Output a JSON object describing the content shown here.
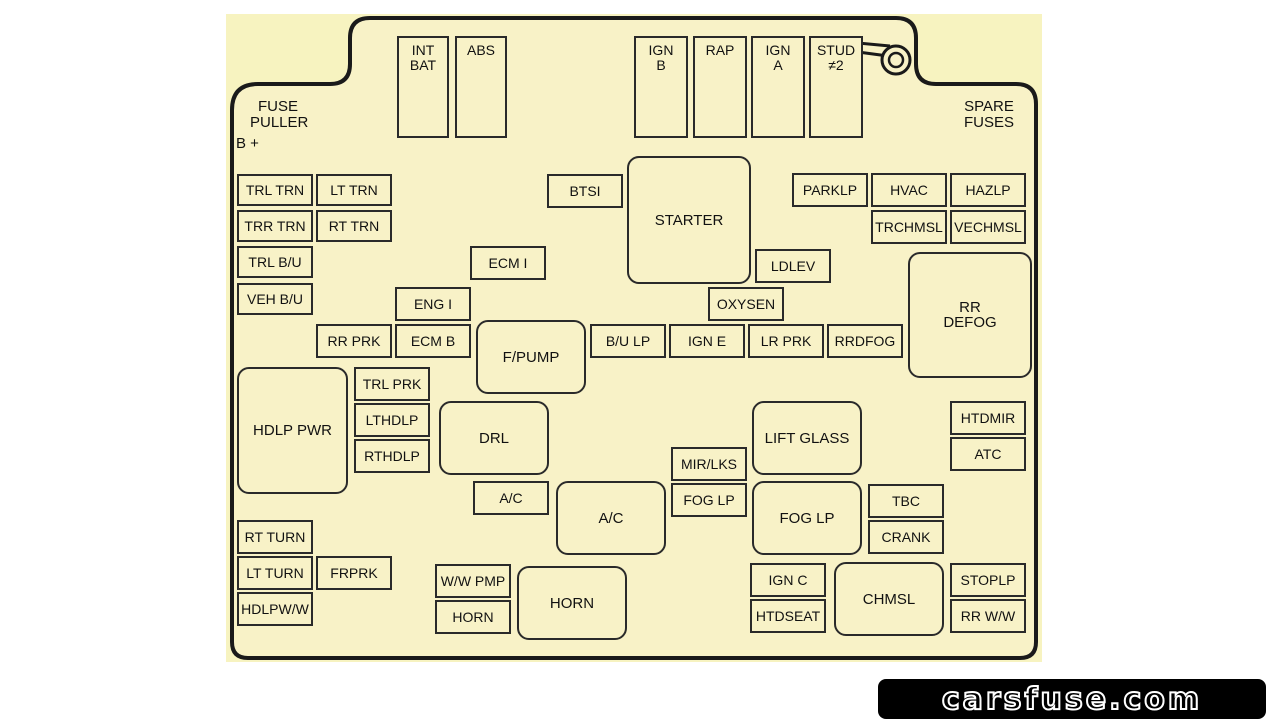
{
  "labels": {
    "fuse_puller": "FUSE\nPULLER",
    "b_plus": "B +",
    "spare_fuses": "SPARE\nFUSES"
  },
  "fuses": {
    "int_bat": "INT\nBAT",
    "abs": "ABS",
    "ign_b": "IGN\nB",
    "rap": "RAP",
    "ign_a": "IGN\nA",
    "stud2": "STUD\n≠2",
    "trl_trn": "TRL TRN",
    "lt_trn": "LT TRN",
    "trr_trn": "TRR TRN",
    "rt_trn": "RT TRN",
    "trl_bu": "TRL B/U",
    "veh_bu": "VEH B/U",
    "btsi": "BTSI",
    "parklp": "PARKLP",
    "hvac": "HVAC",
    "hazlp": "HAZLP",
    "trchmsl": "TRCHMSL",
    "vechmsl": "VECHMSL",
    "ecm_i": "ECM I",
    "ldlev": "LDLEV",
    "eng_i": "ENG I",
    "oxysen": "OXYSEN",
    "rr_prk": "RR PRK",
    "ecm_b": "ECM B",
    "bu_lp": "B/U LP",
    "ign_e": "IGN E",
    "lr_prk": "LR PRK",
    "rrdfog": "RRDFOG",
    "trl_prk": "TRL PRK",
    "lthdlp": "LTHDLP",
    "rthdlp": "RTHDLP",
    "htdmir": "HTDMIR",
    "atc": "ATC",
    "mir_lks": "MIR/LKS",
    "ac_fuse": "A/C",
    "fog_lp_fuse": "FOG LP",
    "tbc": "TBC",
    "crank": "CRANK",
    "rt_turn": "RT TURN",
    "lt_turn": "LT TURN",
    "frprk": "FRPRK",
    "hdlpw_w": "HDLPW/W",
    "ww_pmp": "W/W PMP",
    "horn_fuse": "HORN",
    "ign_c": "IGN C",
    "htdseat": "HTDSEAT",
    "stoplp": "STOPLP",
    "rr_ww": "RR W/W"
  },
  "relays": {
    "starter": "STARTER",
    "rr_defog": "RR\nDEFOG",
    "f_pump": "F/PUMP",
    "hdlp_pwr": "HDLP PWR",
    "drl": "DRL",
    "lift_glass": "LIFT GLASS",
    "ac_relay": "A/C",
    "fog_lp_relay": "FOG LP",
    "horn_relay": "HORN",
    "chmsl": "CHMSL"
  },
  "watermark": "carsfuse.com"
}
